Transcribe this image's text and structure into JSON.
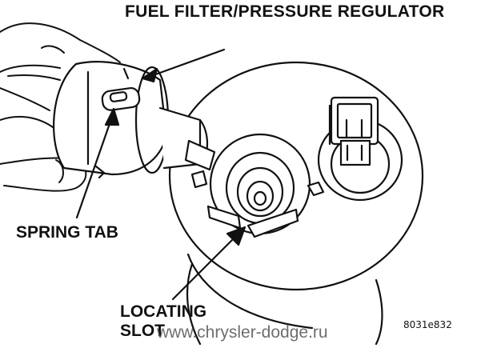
{
  "labels": {
    "fuel_filter": "FUEL FILTER/PRESSURE REGULATOR",
    "spring_tab": "SPRING TAB",
    "locating_line1": "LOCATING",
    "locating_line2": "SLOT",
    "figure_code": "8031e832"
  },
  "watermark": "www.chrysler-dodge.ru"
}
